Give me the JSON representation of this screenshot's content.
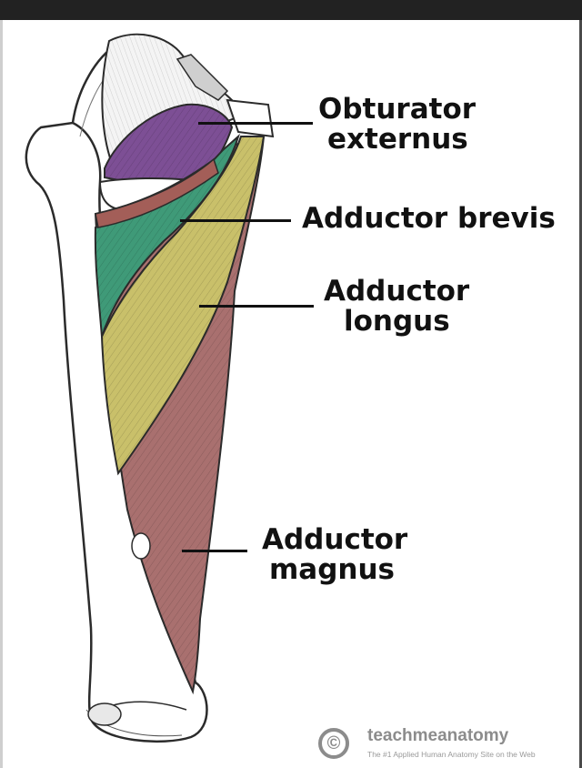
{
  "labels": {
    "obturator_externus": [
      "Obturator",
      "externus"
    ],
    "adductor_brevis": [
      "Adductor brevis"
    ],
    "adductor_longus": [
      "Adductor",
      "longus"
    ],
    "adductor_magnus": [
      "Adductor",
      "magnus"
    ]
  },
  "watermark": {
    "symbol": "©",
    "name": "teachmeanatomy",
    "tagline": "The #1 Applied Human Anatomy Site on the Web"
  },
  "colors": {
    "obturator_externus": "#7d4f95",
    "adductor_brevis": "#3f9a78",
    "adductor_longus": "#c9c06a",
    "adductor_magnus": "#a9706f",
    "bone": "#ffffff",
    "outline": "#2b2b2b"
  }
}
